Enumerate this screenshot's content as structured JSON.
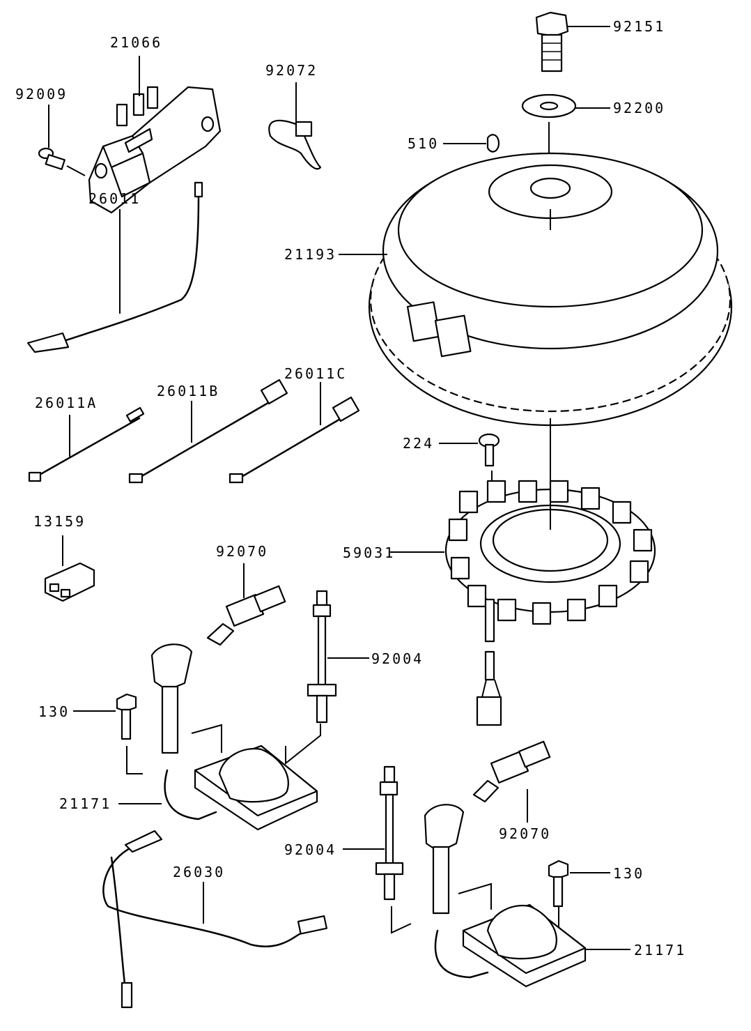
{
  "labels": {
    "l21066": "21066",
    "l92009": "92009",
    "l92072": "92072",
    "l92151": "92151",
    "l92200": "92200",
    "l510": "510",
    "l21193": "21193",
    "l26011": "26011",
    "l26011A": "26011A",
    "l26011B": "26011B",
    "l26011C": "26011C",
    "l224": "224",
    "l13159": "13159",
    "l59031": "59031",
    "l92070a": "92070",
    "l92004a": "92004",
    "l130a": "130",
    "l21171a": "21171",
    "l26030": "26030",
    "l92004b": "92004",
    "l92070b": "92070",
    "l130b": "130",
    "l21171b": "21171"
  }
}
